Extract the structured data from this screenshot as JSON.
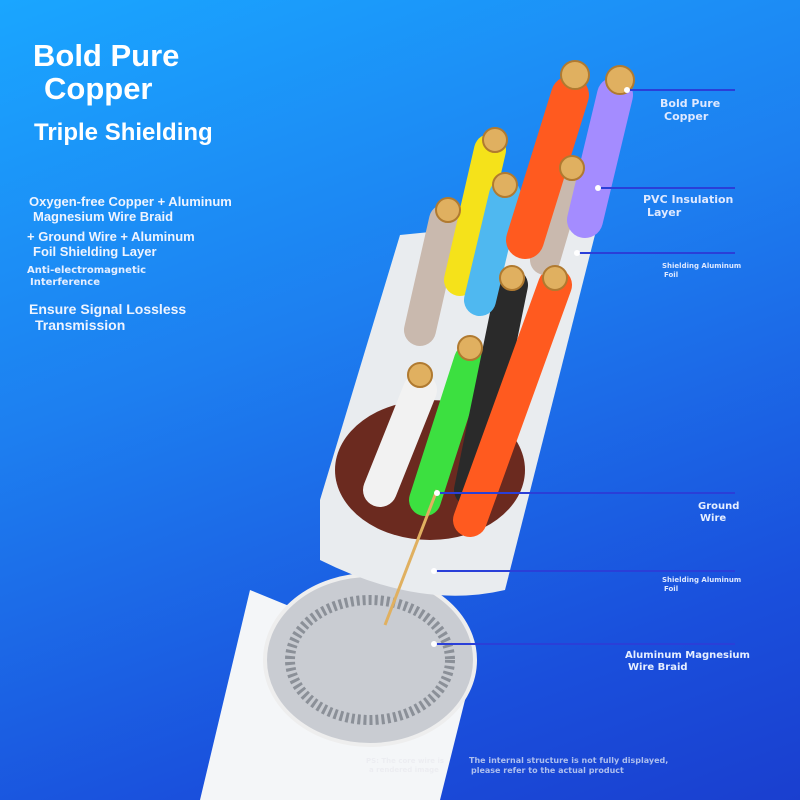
{
  "headline": {
    "line1": "Bold Pure",
    "line2": "Copper",
    "line3": "Triple Shielding"
  },
  "features": [
    {
      "line1": "Oxygen-free Copper + Aluminum",
      "line2": "Magnesium Wire Braid"
    },
    {
      "line1": "+ Ground Wire + Aluminum",
      "line2": "Foil Shielding Layer"
    },
    {
      "line1": "Anti-electromagnetic",
      "line2": "Interference"
    },
    {
      "line1": "Ensure Signal Lossless",
      "line2": "Transmission"
    }
  ],
  "callouts": [
    {
      "line1": "Bold Pure",
      "line2": "Copper"
    },
    {
      "line1": "PVC Insulation",
      "line2": "Layer"
    },
    {
      "line1": "Shielding Aluminum",
      "line2": "Foil"
    },
    {
      "line1": "Ground",
      "line2": "Wire"
    },
    {
      "line1": "Shielding Aluminum",
      "line2": "Foil"
    },
    {
      "line1": "Aluminum Magnesium",
      "line2": "Wire Braid"
    }
  ],
  "footnotes": {
    "left1": "PS: The core wire is",
    "left2": "a rendered image",
    "right1": "The internal structure is not fully displayed,",
    "right2": "please refer to the actual product"
  },
  "colors": {
    "bg": "#1d7ff0",
    "copper": "#e0b060",
    "wires": [
      "#ff5a1f",
      "#a48cff",
      "#f5e21a",
      "#4fb8f0",
      "#c9b9ae",
      "#ff5a1f",
      "#2a2a2a",
      "#3ce040",
      "#f2f2f2"
    ]
  }
}
